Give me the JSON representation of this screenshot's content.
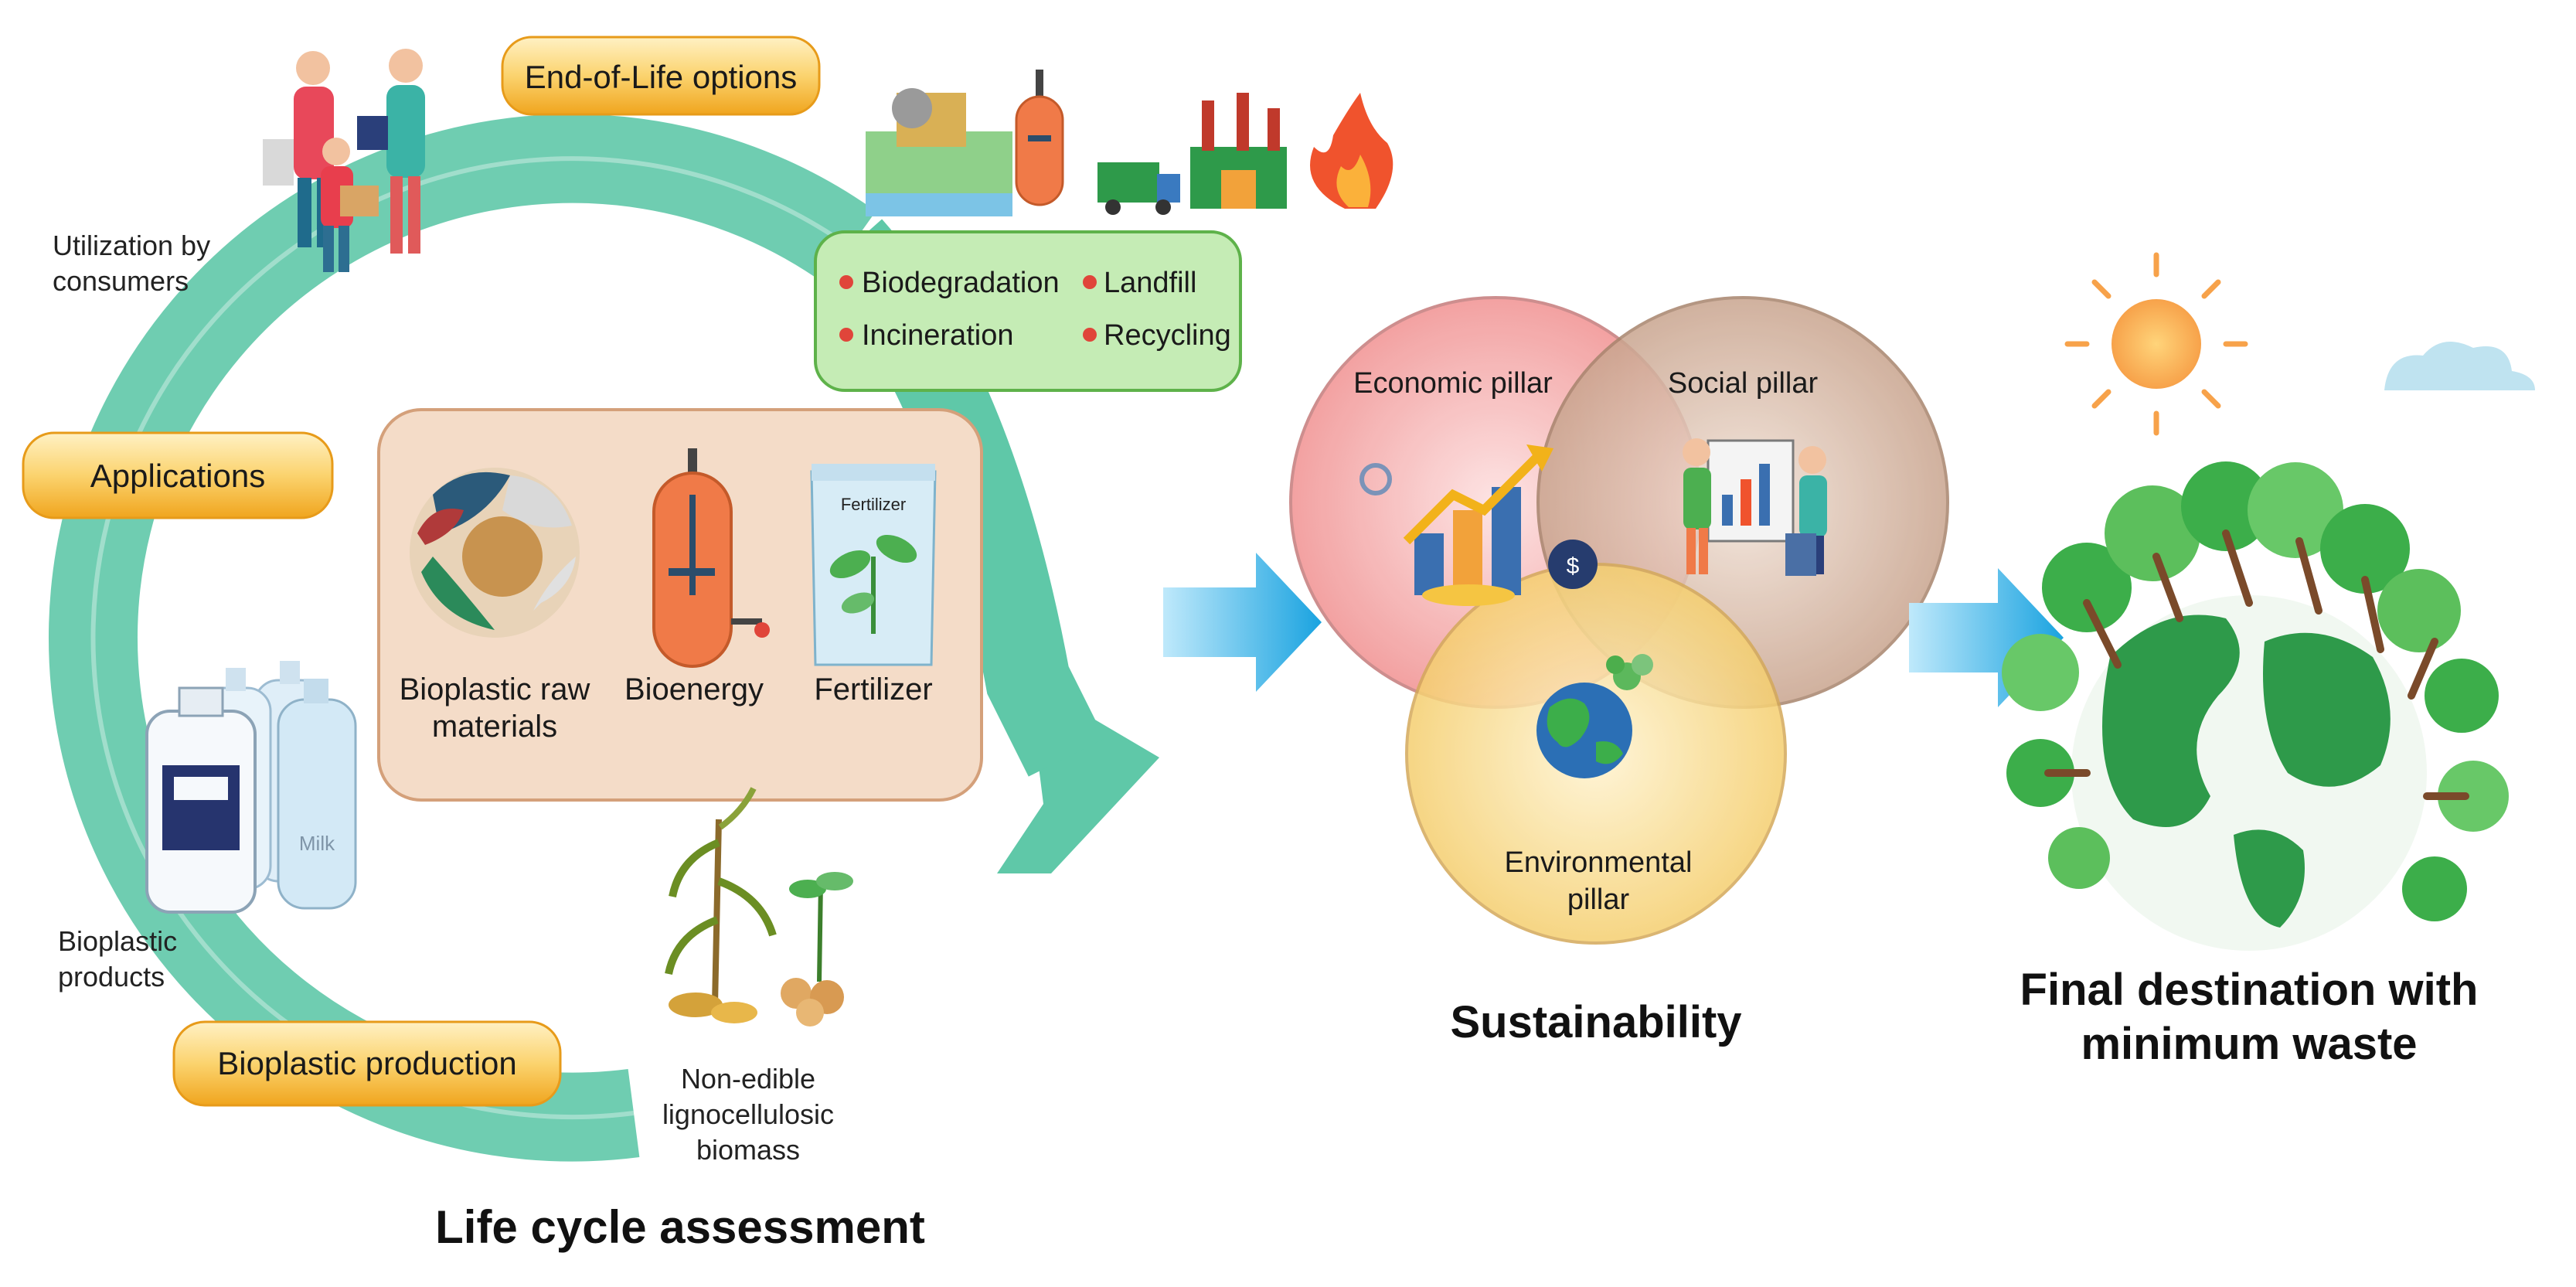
{
  "cycle": {
    "stages": {
      "end_of_life": "End-of-Life options",
      "applications": "Applications",
      "production": "Bioplastic production"
    },
    "consumers_label": [
      "Utilization by",
      "consumers"
    ],
    "products_label": [
      "Bioplastic",
      "products"
    ],
    "biomass_label": [
      "Non-edible",
      "lignocellulosic",
      "biomass"
    ],
    "end_of_life_options": [
      "Biodegradation",
      "Landfill",
      "Incineration",
      "Recycling"
    ],
    "outputs": {
      "raw_materials": [
        "Bioplastic raw",
        "materials"
      ],
      "bioenergy": "Bioenergy",
      "fertilizer": "Fertilizer",
      "bag_text": "Fertilizer"
    },
    "bottle_text": "Milk",
    "title": "Life cycle assessment"
  },
  "sustainability": {
    "economic": "Economic pillar",
    "social": "Social pillar",
    "environmental": [
      "Environmental",
      "pillar"
    ],
    "title": "Sustainability"
  },
  "destination": {
    "title": [
      "Final destination with",
      "minimum waste"
    ]
  },
  "colors": {
    "cycle_arrow": "#5fc8a8",
    "stage_label_fill": "#f8b93a",
    "options_box_fill": "#c5ecb5",
    "outputs_box_fill": "#f4dcc8",
    "economic_circle": "#f29a9a",
    "social_circle": "#c9a48e",
    "environmental_circle": "#f7d98a",
    "flow_arrow": "#2fb0e6"
  }
}
